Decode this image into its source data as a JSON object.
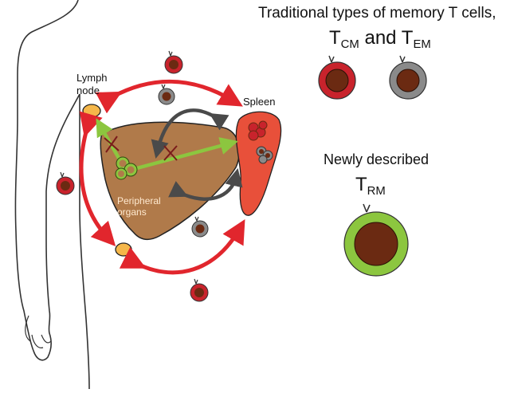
{
  "legend": {
    "title_line1": "Traditional types of memory T cells,",
    "tcm_base": "T",
    "tcm_sub": "CM",
    "and_text": " and ",
    "tem_base": "T",
    "tem_sub": "EM"
  },
  "new_type": {
    "title": "Newly described",
    "trm_base": "T",
    "trm_sub": "RM"
  },
  "labels": {
    "lymph_node": [
      "Lymph",
      "node"
    ],
    "spleen": "Spleen",
    "peripheral_organs": [
      "Peripheral",
      "organs"
    ]
  },
  "colors": {
    "tcm_outer": "#c8232c",
    "tem_outer": "#8a8a8a",
    "trm_outer": "#8cc63f",
    "cell_core": "#6b2a12",
    "liver": "#b07a4a",
    "spleen": "#e8503a",
    "lymph_node": "#f5b74a",
    "arrow_red": "#e1262d",
    "arrow_gray": "#4a4a4a",
    "arrow_green": "#8cc63f"
  }
}
